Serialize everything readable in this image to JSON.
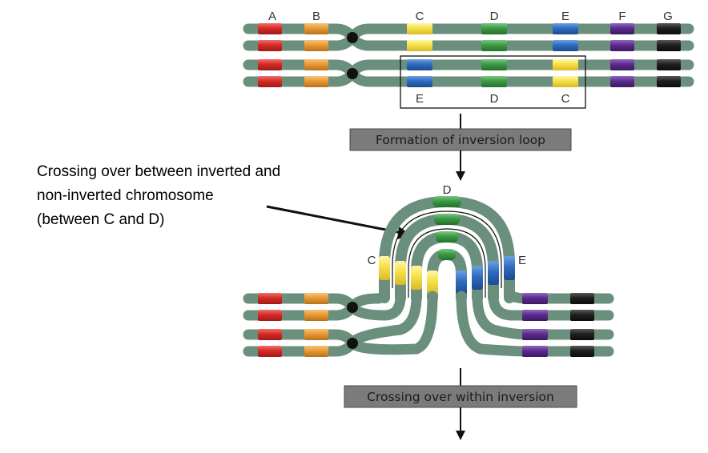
{
  "top_labels": [
    "A",
    "B",
    "C",
    "D",
    "E",
    "F",
    "G"
  ],
  "inverted_labels": [
    "E",
    "D",
    "C"
  ],
  "step1_label": "Formation of inversion loop",
  "step2_label": "Crossing over within inversion",
  "annotation": [
    "Crossing over between inverted and",
    "non-inverted chromosome",
    "(between C and D)"
  ],
  "loop_labels": {
    "c": "C",
    "d": "D",
    "e": "E"
  },
  "colors": {
    "chromatid": "#6a8f7c",
    "A": "#d42a26",
    "B": "#e99a33",
    "C": "#f7e046",
    "D": "#3c9a44",
    "E": "#2e6bc0",
    "F": "#5b2a8e",
    "G": "#1f1f1f",
    "step_box": "#7b7b7b",
    "step_border": "#4a4a4a"
  }
}
